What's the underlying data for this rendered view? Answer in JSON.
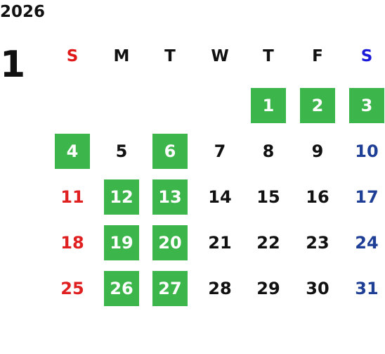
{
  "calendar": {
    "year": "2026",
    "month": "1",
    "weekdays": [
      {
        "label": "S",
        "color": "#e01818"
      },
      {
        "label": "M",
        "color": "#111111"
      },
      {
        "label": "T",
        "color": "#111111"
      },
      {
        "label": "W",
        "color": "#111111"
      },
      {
        "label": "T",
        "color": "#111111"
      },
      {
        "label": "F",
        "color": "#111111"
      },
      {
        "label": "S",
        "color": "#1a1ad8"
      }
    ],
    "first_weekday_index": 4,
    "days": [
      {
        "day": "1",
        "highlight": true
      },
      {
        "day": "2",
        "highlight": true
      },
      {
        "day": "3",
        "highlight": true
      },
      {
        "day": "4",
        "highlight": true
      },
      {
        "day": "5",
        "highlight": false
      },
      {
        "day": "6",
        "highlight": true
      },
      {
        "day": "7",
        "highlight": false
      },
      {
        "day": "8",
        "highlight": false
      },
      {
        "day": "9",
        "highlight": false
      },
      {
        "day": "10",
        "highlight": false
      },
      {
        "day": "11",
        "highlight": false
      },
      {
        "day": "12",
        "highlight": true
      },
      {
        "day": "13",
        "highlight": true
      },
      {
        "day": "14",
        "highlight": false
      },
      {
        "day": "15",
        "highlight": false
      },
      {
        "day": "16",
        "highlight": false
      },
      {
        "day": "17",
        "highlight": false
      },
      {
        "day": "18",
        "highlight": false
      },
      {
        "day": "19",
        "highlight": true
      },
      {
        "day": "20",
        "highlight": true
      },
      {
        "day": "21",
        "highlight": false
      },
      {
        "day": "22",
        "highlight": false
      },
      {
        "day": "23",
        "highlight": false
      },
      {
        "day": "24",
        "highlight": false
      },
      {
        "day": "25",
        "highlight": false
      },
      {
        "day": "26",
        "highlight": true
      },
      {
        "day": "27",
        "highlight": true
      },
      {
        "day": "28",
        "highlight": false
      },
      {
        "day": "29",
        "highlight": false
      },
      {
        "day": "30",
        "highlight": false
      },
      {
        "day": "31",
        "highlight": false
      }
    ],
    "colors": {
      "highlight_bg": "#3cb54a",
      "sunday": "#e02020",
      "saturday": "#1f3f96",
      "weekday": "#111111"
    }
  }
}
